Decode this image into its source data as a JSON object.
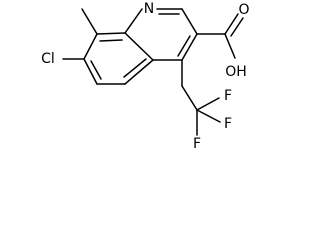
{
  "molecule": {
    "labels": {
      "nitrogen": "N",
      "chlorine": "Cl",
      "hydroxyl": "OH",
      "oxygen": "O",
      "fluorine_1": "F",
      "fluorine_2": "F",
      "fluorine_3": "F"
    }
  }
}
